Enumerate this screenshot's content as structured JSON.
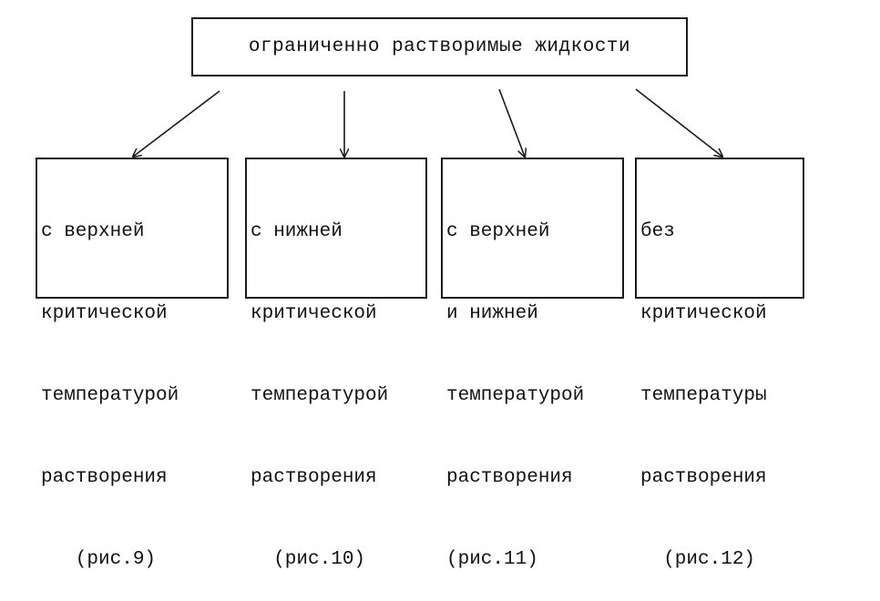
{
  "root": {
    "label": "ограниченно растворимые жидкости"
  },
  "children": [
    {
      "lines": [
        "с верхней",
        "критической",
        "температурой",
        "растворения",
        "   (рис.9)"
      ]
    },
    {
      "lines": [
        "с нижней",
        "критической",
        "температурой",
        "растворения",
        "  (рис.10)"
      ]
    },
    {
      "lines": [
        "с верхней",
        "и нижней",
        "температурой",
        "растворения",
        "(рис.11)"
      ]
    },
    {
      "lines": [
        "без",
        "критической",
        "температуры",
        "растворения",
        "  (рис.12)"
      ]
    }
  ],
  "edges": [
    {
      "from": "root",
      "to": "children.0"
    },
    {
      "from": "root",
      "to": "children.1"
    },
    {
      "from": "root",
      "to": "children.2"
    },
    {
      "from": "root",
      "to": "children.3"
    }
  ],
  "colors": {
    "stroke": "#1a1a1a",
    "text": "#111111",
    "background": "#ffffff"
  }
}
